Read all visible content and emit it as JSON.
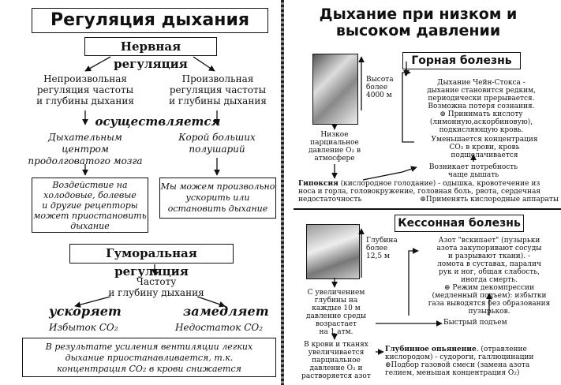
{
  "left": {
    "title": "Регуляция дыхания",
    "nervous_header": "Нервная регуляция",
    "involuntary": [
      "Непроизвольная",
      "регуляция частоты",
      "и глубины дыхания"
    ],
    "voluntary": [
      "Произвольная",
      "регуляция частоты",
      "и глубины дыхания"
    ],
    "carried_out": "осуществляется",
    "center": [
      "Дыхательным",
      "центром",
      "продолговатого мозга"
    ],
    "cortex": [
      "Корой больших",
      "полушарий"
    ],
    "receptors_box": [
      "Воздействие на",
      "холодовые, болевые",
      "и другие рецепторы",
      "может приостановить",
      "дыхание"
    ],
    "voluntary_box": [
      "Мы можем произвольно",
      "ускорить или",
      "остановить дыхание"
    ],
    "humoral_header": "Гуморальная регуляция",
    "freq_depth": [
      "Частоту",
      "и глубину дыхания"
    ],
    "speeds_up": "ускоряет",
    "slows_down": "замедляет",
    "excess": "Избыток CO₂",
    "lack": "Недостаток CO₂",
    "bottom_box": [
      "В результате усиления вентиляции легких",
      "дыхание приостанавливается, т.к.",
      "концентрация CO₂ в крови снижается"
    ]
  },
  "right": {
    "title": [
      "Дыхание при низком и",
      "высоком давлении"
    ],
    "altitude_header": "Горная болезнь",
    "height_label": [
      "Высота",
      "более",
      "4000 м"
    ],
    "low_pressure": [
      "Низкое",
      "парциальное",
      "давление O₂ в",
      "атмосфере"
    ],
    "cheyne_stokes": [
      "Дыхание Чейн-Стокса -",
      "дыхание становится редким,",
      "периодически прерывается.",
      "Возможна потеря сознания.",
      "⊕ Принимать кислоту",
      "(лимонную,аскорбиновую),",
      "подкисляющую кровь."
    ],
    "co2_decrease": [
      "Уменьшается концентрация",
      "CO₂ в крови, кровь",
      "подщелачивается"
    ],
    "need_breathe": [
      "Возникает потребность",
      "чаще дышать"
    ],
    "hypoxia_bold": "Гипоксия",
    "hypoxia_text": [
      " (кислородное голодание) - одышка, кровотечение из",
      "носа и горла, головокружение, головная боль, рвота, сердечная",
      "недостаточность"
    ],
    "oxygen_devices": "⊕Применять кислородные аппараты",
    "caisson_header": "Кессонная болезнь",
    "depth_label": [
      "Глубина",
      "более",
      "12,5 м"
    ],
    "nitrogen_boils": [
      "Азот \"вскипает\" (пузырьки",
      "азота закупоривают сосуды",
      "и разрывают ткани). -",
      "ломота в суставах, паралич",
      "рук и ног, общая слабость,",
      "иногда смерть.",
      "⊕ Режим декомпрессии",
      "(медленный подъем): избытки",
      "газа выводятся без образования",
      "пузырьков."
    ],
    "depth_increase": [
      "С увеличением",
      "глубины на",
      "каждые 10 м",
      "давление среды",
      "возрастает",
      "на 1 атм."
    ],
    "fast_ascent": "Быстрый подъем",
    "blood_tissues": [
      "В крови и тканях",
      "увеличивается",
      "парциальное",
      "давление O₂ и",
      "растворяется азот"
    ],
    "deep_bold": "Глубинное опьянение",
    "deep_text": [
      ". (отравление",
      "кислородом) - судороги, галлюцинации",
      "⊕Подбор газовой смеси (замена азота",
      "гелием, меньшая концентрация O₂)"
    ]
  }
}
